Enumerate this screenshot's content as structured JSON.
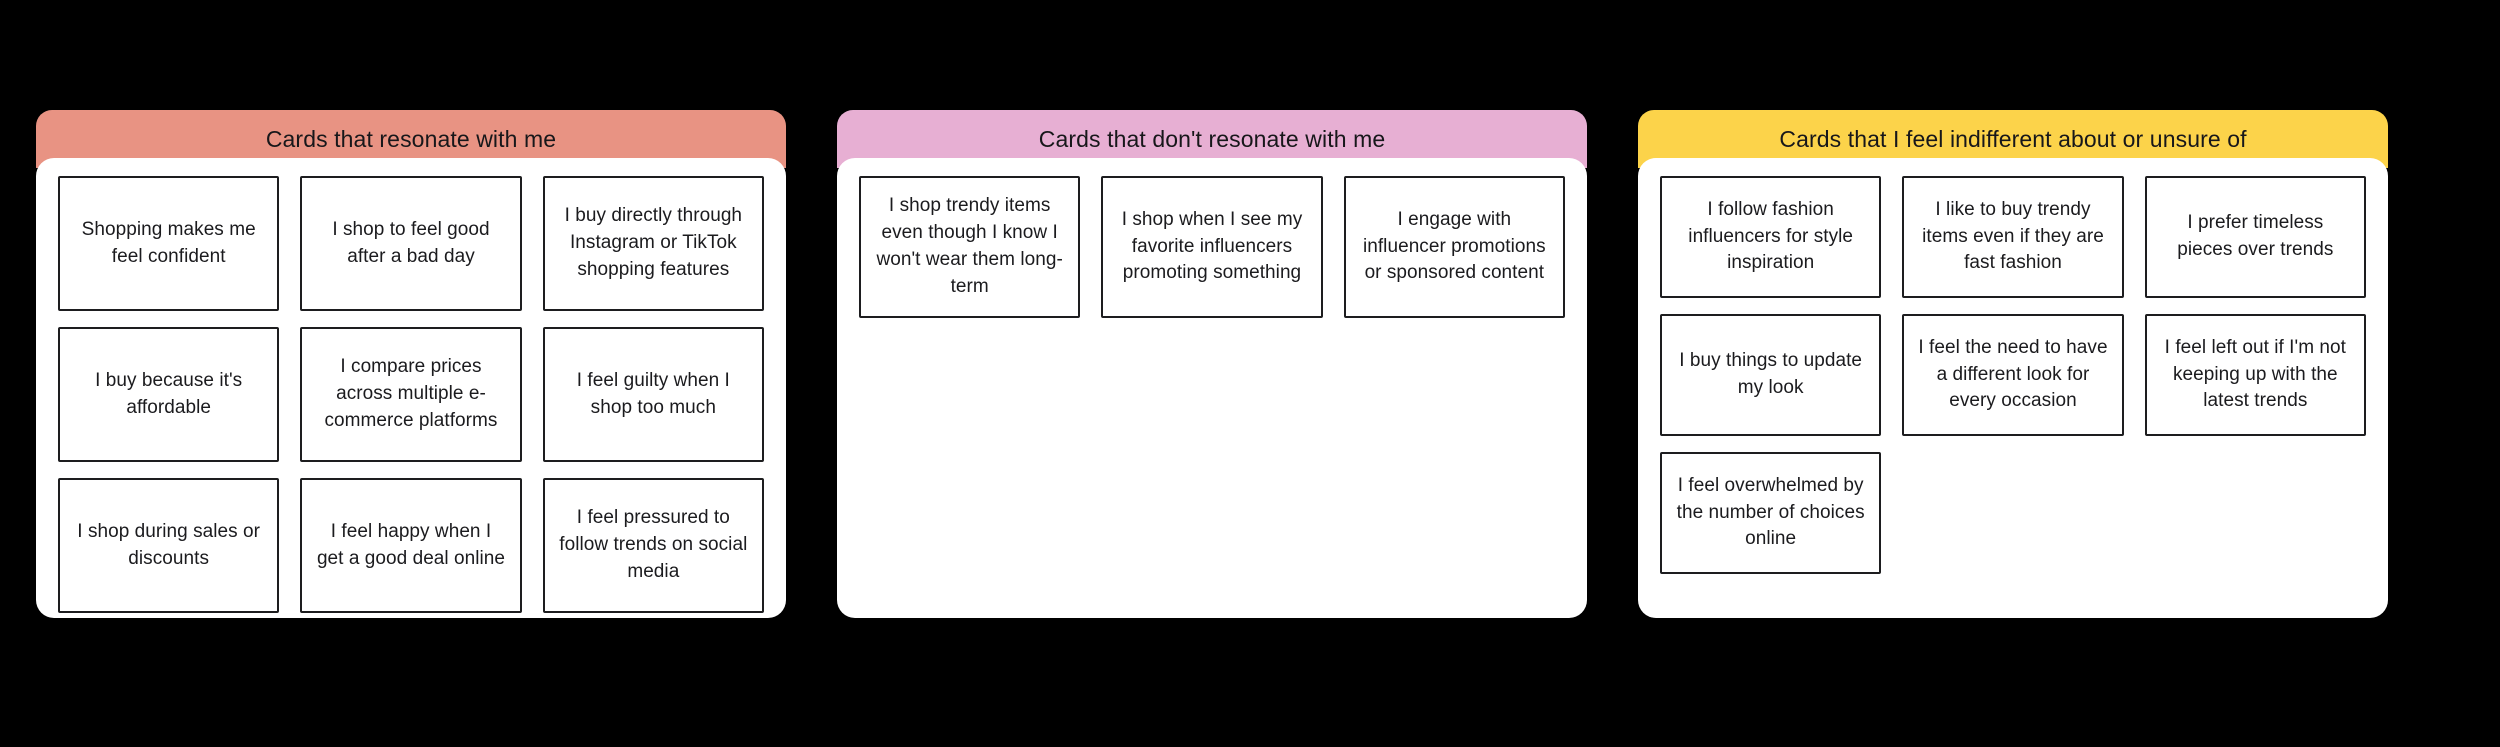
{
  "background_color": "#000000",
  "panels": [
    {
      "id": "resonate",
      "title": "Cards that resonate with me",
      "header_color": "#E89383",
      "body_color": "#FFFFFF",
      "card_count": 9,
      "cards": [
        "Shopping makes me feel confident",
        "I shop to feel good after a bad day",
        "I buy directly through Instagram or TikTok shopping features",
        "I buy because it's affordable",
        "I compare prices across multiple e-commerce platforms",
        "I feel guilty when I shop too much",
        "I shop during sales or discounts",
        "I feel happy when I get a good deal online",
        "I feel pressured to follow trends on social media"
      ]
    },
    {
      "id": "dont-resonate",
      "title": "Cards that don't resonate with me",
      "header_color": "#E7AFD3",
      "body_color": "#FFFFFF",
      "card_count": 3,
      "cards": [
        "I shop trendy items even though I know I won't wear them long-term",
        "I shop when I see my favorite influencers promoting something",
        "I engage with influencer promotions or sponsored content"
      ]
    },
    {
      "id": "indifferent",
      "title": "Cards that I feel indifferent about or unsure of",
      "header_color": "#FCD34A",
      "body_color": "#FFFFFF",
      "card_count": 7,
      "cards": [
        "I follow fashion influencers for style inspiration",
        "I like to buy trendy items even if they are fast fashion",
        "I prefer timeless pieces over trends",
        "I buy things to update my look",
        "I feel the need to have a different look for every occasion",
        "I feel left out if I'm not keeping up with the latest trends",
        "I feel overwhelmed by the number of choices online"
      ]
    }
  ]
}
